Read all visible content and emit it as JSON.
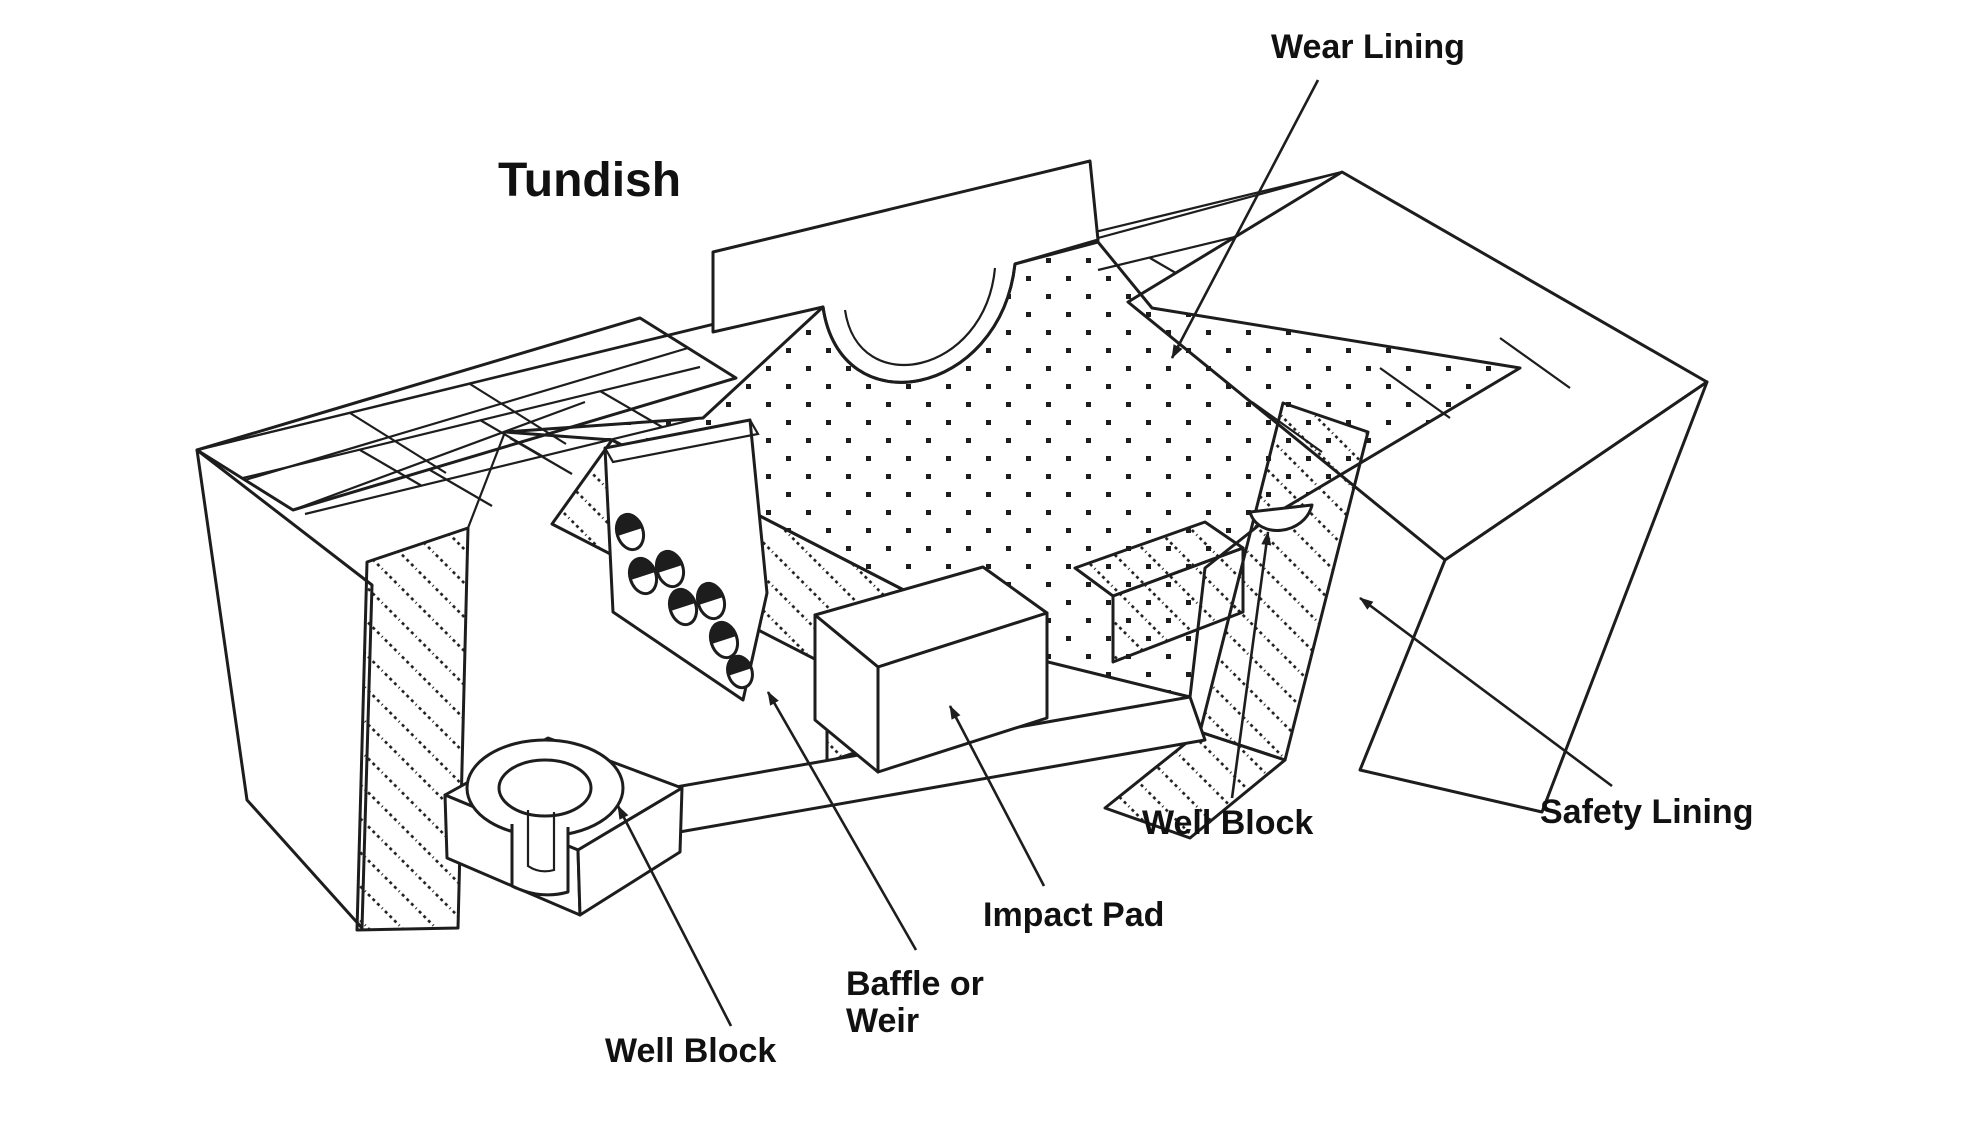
{
  "canvas": {
    "background": "#ffffff",
    "ink": "#1d1d1d"
  },
  "diagram": {
    "title": "Tundish",
    "labels": {
      "wear_lining": "Wear Lining",
      "safety_lining": "Safety Lining",
      "well_block_right": "Well Block",
      "impact_pad": "Impact Pad",
      "baffle_line1": "Baffle or",
      "baffle_line2": "Weir",
      "well_block_left": "Well Block"
    }
  }
}
